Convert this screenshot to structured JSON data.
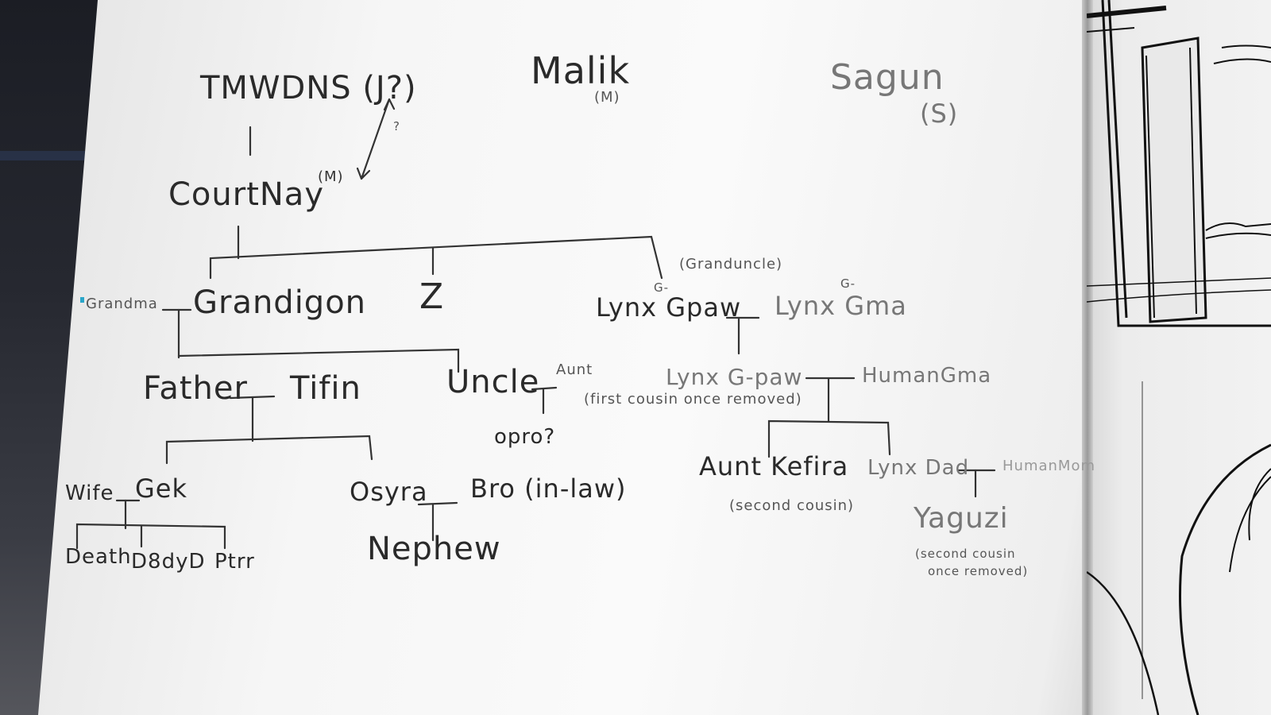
{
  "diagram": {
    "top": {
      "tmwdns": "TMWDNS (J?)",
      "malik": "Malik",
      "malik_sub": "(M)",
      "sagun": "Sagun",
      "sagun_sub": "(S)",
      "arrow_q": "?"
    },
    "gen1": {
      "courtnay": "CourtNay",
      "courtnay_tag": "(M)"
    },
    "gen2": {
      "grandma": "Grandma",
      "grandigon": "Grandigon",
      "z": "Z",
      "lynx_gpaw": "Lynx Gpaw",
      "lynx_gpaw_mark": "G-",
      "granduncle_note": "(Granduncle)",
      "lynx_gma": "Lynx Gma",
      "lynx_gma_mark": "G-"
    },
    "gen3": {
      "father": "Father",
      "tifin": "Tifin",
      "uncle": "Uncle",
      "aunt": "Aunt",
      "opro": "opro?",
      "lynx_gpaw2": "Lynx G-paw",
      "first_cousin_note": "(first cousin once removed)",
      "human_gma": "HumanGma"
    },
    "gen4": {
      "wife": "Wife",
      "gek": "Gek",
      "osyra": "Osyra",
      "bro_in_law": "Bro (in-law)",
      "aunt_kefira": "Aunt Kefira",
      "second_cousin_note": "(second cousin)",
      "lynx_dad": "Lynx Dad",
      "human_mom": "HumanMom"
    },
    "gen5": {
      "death": "Death",
      "d8dyd": "D8dyD",
      "ptrr": "Ptrr",
      "nephew": "Nephew",
      "yaguzi": "Yaguzi",
      "yaguzi_note_1": "(second cousin",
      "yaguzi_note_2": "once removed)"
    }
  },
  "colors": {
    "ink": "#2a2a2a",
    "pencil": "#555555",
    "paper": "#f6f6f6",
    "accent_dot": "#2aa6c9"
  }
}
